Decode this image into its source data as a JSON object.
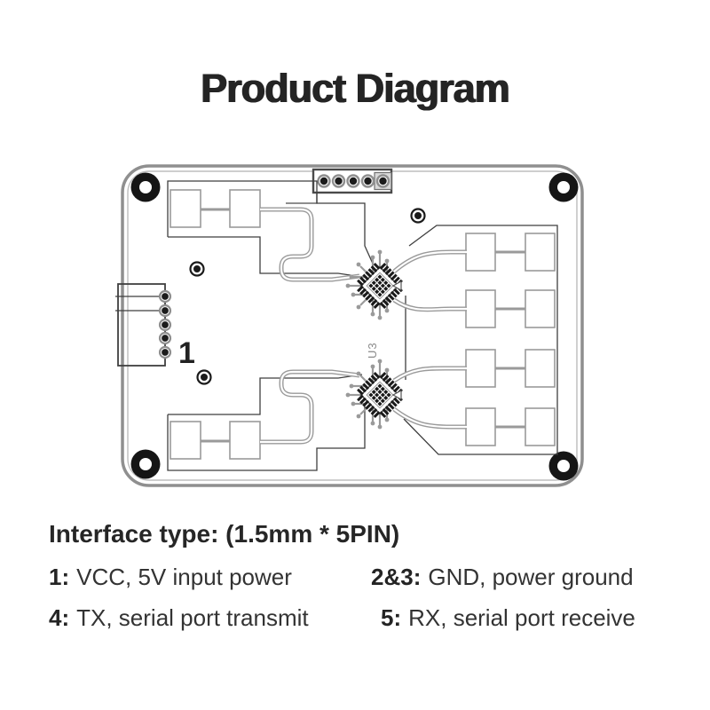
{
  "title": "Product Diagram",
  "interface": {
    "heading": "Interface type: (1.5mm * 5PIN)",
    "pins": [
      {
        "label": "1:",
        "desc": "VCC, 5V input power"
      },
      {
        "label": "2&3:",
        "desc": "GND, power ground"
      },
      {
        "label": "4:",
        "desc": "TX, serial port transmit"
      },
      {
        "label": "5:",
        "desc": "RX, serial port receive"
      }
    ]
  },
  "pcb": {
    "pin1_label": "1",
    "chip_label": "U3",
    "colors": {
      "ink": "#1a1a1a",
      "board_outline": "#8f8f8f",
      "trace": "#9a9a9a",
      "region_line": "#3f3f3f"
    }
  }
}
